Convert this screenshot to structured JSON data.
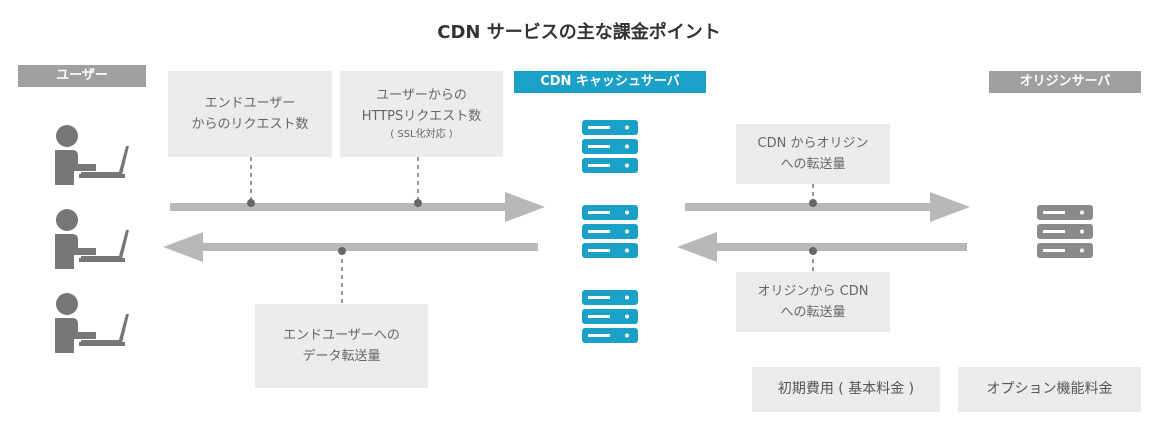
{
  "title": "CDN サービスの主な課金ポイント",
  "headers": {
    "user": "ユーザー",
    "cdn": "CDN キャッシュサーバ",
    "origin": "オリジンサーバ"
  },
  "boxes": {
    "end_user_requests": [
      "エンドユーザー",
      "からのリクエスト数"
    ],
    "https_requests": [
      "ユーザーからの",
      "HTTPSリクエスト数"
    ],
    "https_note": "( SSL化対応 )",
    "end_user_transfer": [
      "エンドユーザーへの",
      "データ転送量"
    ],
    "cdn_to_origin": [
      "CDN からオリジン",
      "への転送量"
    ],
    "origin_to_cdn": [
      "オリジンから CDN",
      "への転送量"
    ]
  },
  "fees": {
    "initial": "初期費用 ( 基本料金 )",
    "options": "オプション機能料金"
  },
  "icons": {
    "user": "user-at-laptop-icon",
    "cdn_server": "server-rack-icon",
    "origin_server": "server-rack-icon"
  },
  "colors": {
    "accent_blue": "#1ba0c8",
    "gray_header": "#a0a0a0",
    "box_bg": "#ececec",
    "arrow": "#b8b8b8",
    "dark_gray": "#777777"
  }
}
